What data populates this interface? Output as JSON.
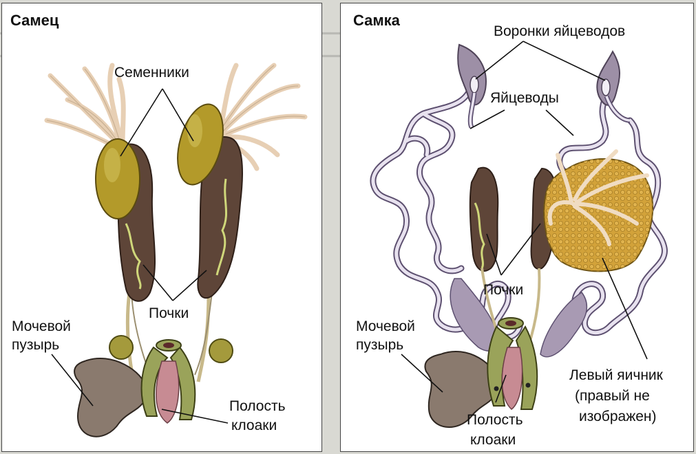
{
  "male": {
    "title": "Самец",
    "labels": {
      "testes": "Семенники",
      "kidneys": "Почки",
      "bladder_line1": "Мочевой",
      "bladder_line2": "пузырь",
      "cloaca_line1": "Полость",
      "cloaca_line2": "клоаки"
    }
  },
  "female": {
    "title": "Самка",
    "labels": {
      "funnels": "Воронки яйцеводов",
      "oviducts": "Яйцеводы",
      "kidneys": "Почки",
      "bladder_line1": "Мочевой",
      "bladder_line2": "пузырь",
      "cloaca_line1": "Полость",
      "cloaca_line2": "клоаки",
      "ovary_line1": "Левый яичник",
      "ovary_line2": "(правый не",
      "ovary_line3": "изображен)"
    }
  },
  "colors": {
    "testis": "#b39a2a",
    "kidney": "#5e4538",
    "bladder": "#8a7a6e",
    "cloaca": "#9aa35a",
    "ovary": "#d2a23a",
    "oviduct": "#b3a6c2"
  }
}
